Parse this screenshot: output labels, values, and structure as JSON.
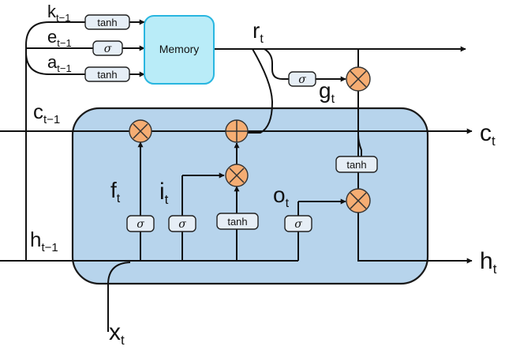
{
  "colors": {
    "cell_fill": "#b7d4ec",
    "memory_fill": "#b9ecf8",
    "memory_border": "#29b6e0",
    "gate_fill": "#e6eef6",
    "operator_fill": "#f5ad73"
  },
  "memory": {
    "label": "Memory"
  },
  "gates": {
    "tanh": "tanh",
    "sigma": "σ"
  },
  "operators": {
    "multiply": "multiply-icon",
    "add": "add-icon"
  },
  "labels": {
    "k_prev": {
      "base": "k",
      "sub": "t−1"
    },
    "e_prev": {
      "base": "e",
      "sub": "t−1"
    },
    "a_prev": {
      "base": "a",
      "sub": "t−1"
    },
    "c_prev": {
      "base": "c",
      "sub": "t−1"
    },
    "h_prev": {
      "base": "h",
      "sub": "t−1"
    },
    "r_t": {
      "base": "r",
      "sub": "t"
    },
    "g_t": {
      "base": "g",
      "sub": "t"
    },
    "c_t": {
      "base": "c",
      "sub": "t"
    },
    "h_t": {
      "base": "h",
      "sub": "t"
    },
    "f_t": {
      "base": "f",
      "sub": "t"
    },
    "i_t": {
      "base": "i",
      "sub": "t"
    },
    "o_t": {
      "base": "o",
      "sub": "t"
    },
    "x_t": {
      "base": "x",
      "sub": "t"
    }
  }
}
